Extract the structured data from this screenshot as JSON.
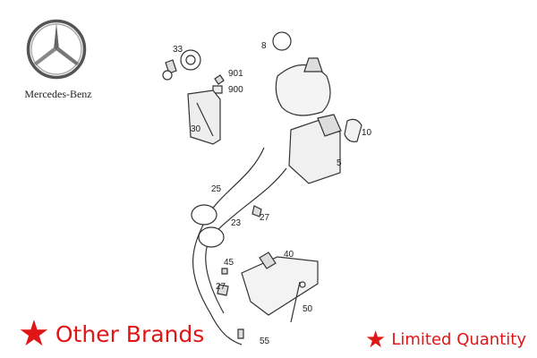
{
  "brand": {
    "name": "Mercedes-Benz",
    "logo_icon": "three-pointed-star-icon"
  },
  "diagram": {
    "callouts": [
      "33",
      "8",
      "901",
      "900",
      "30",
      "10",
      "5",
      "25",
      "23",
      "27",
      "40",
      "45",
      "27",
      "50",
      "55"
    ]
  },
  "footer": {
    "left_label": "Other Brands",
    "right_label": "Limited Quantity",
    "star_icon": "star-icon",
    "accent_color": "#e01616"
  }
}
